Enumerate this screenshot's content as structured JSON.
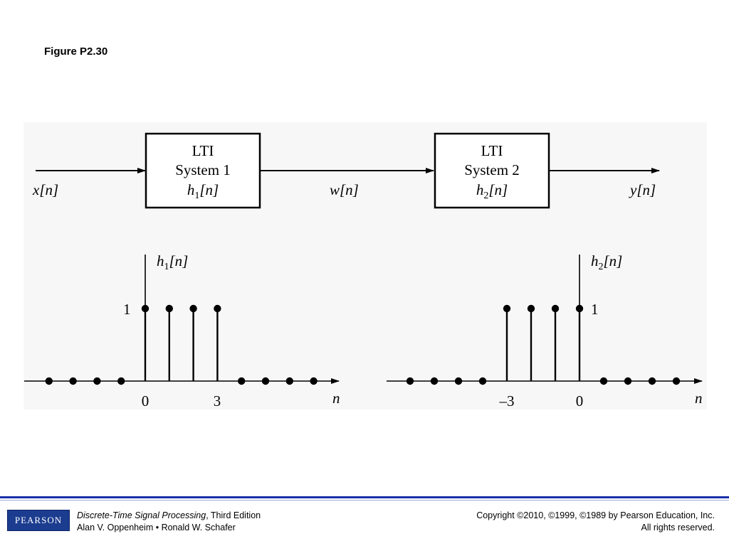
{
  "figure_title": "Figure P2.30",
  "block_diagram": {
    "input_signal": "x[n]",
    "intermediate_signal": "w[n]",
    "output_signal": "y[n]",
    "system1": {
      "line1": "LTI",
      "line2": "System 1",
      "response": "h1[n]"
    },
    "system2": {
      "line1": "LTI",
      "line2": "System 2",
      "response": "h2[n]"
    }
  },
  "stem_plots": [
    {
      "title": "h1[n]",
      "axis_label": "n",
      "amplitude_label": "1",
      "tick_labels": [
        "0",
        "3"
      ],
      "samples": [
        {
          "n": -4,
          "value": 0
        },
        {
          "n": -3,
          "value": 0
        },
        {
          "n": -2,
          "value": 0
        },
        {
          "n": -1,
          "value": 0
        },
        {
          "n": 0,
          "value": 1
        },
        {
          "n": 1,
          "value": 1
        },
        {
          "n": 2,
          "value": 1
        },
        {
          "n": 3,
          "value": 1
        },
        {
          "n": 4,
          "value": 0
        },
        {
          "n": 5,
          "value": 0
        },
        {
          "n": 6,
          "value": 0
        },
        {
          "n": 7,
          "value": 0
        }
      ]
    },
    {
      "title": "h2[n]",
      "axis_label": "n",
      "amplitude_label": "1",
      "tick_labels": [
        "–3",
        "0"
      ],
      "samples": [
        {
          "n": -7,
          "value": 0
        },
        {
          "n": -6,
          "value": 0
        },
        {
          "n": -5,
          "value": 0
        },
        {
          "n": -4,
          "value": 0
        },
        {
          "n": -3,
          "value": 1
        },
        {
          "n": -2,
          "value": 1
        },
        {
          "n": -1,
          "value": 1
        },
        {
          "n": 0,
          "value": 1
        },
        {
          "n": 1,
          "value": 0
        },
        {
          "n": 2,
          "value": 0
        },
        {
          "n": 3,
          "value": 0
        },
        {
          "n": 4,
          "value": 0
        }
      ]
    }
  ],
  "footer": {
    "logo_text": "PEARSON",
    "book_title": "Discrete-Time Signal Processing",
    "edition": ", Third Edition",
    "authors": "Alan V. Oppenheim • Ronald W. Schafer",
    "copyright": "Copyright ©2010, ©1999, ©1989 by Pearson Education, Inc.",
    "rights": "All rights reserved."
  }
}
